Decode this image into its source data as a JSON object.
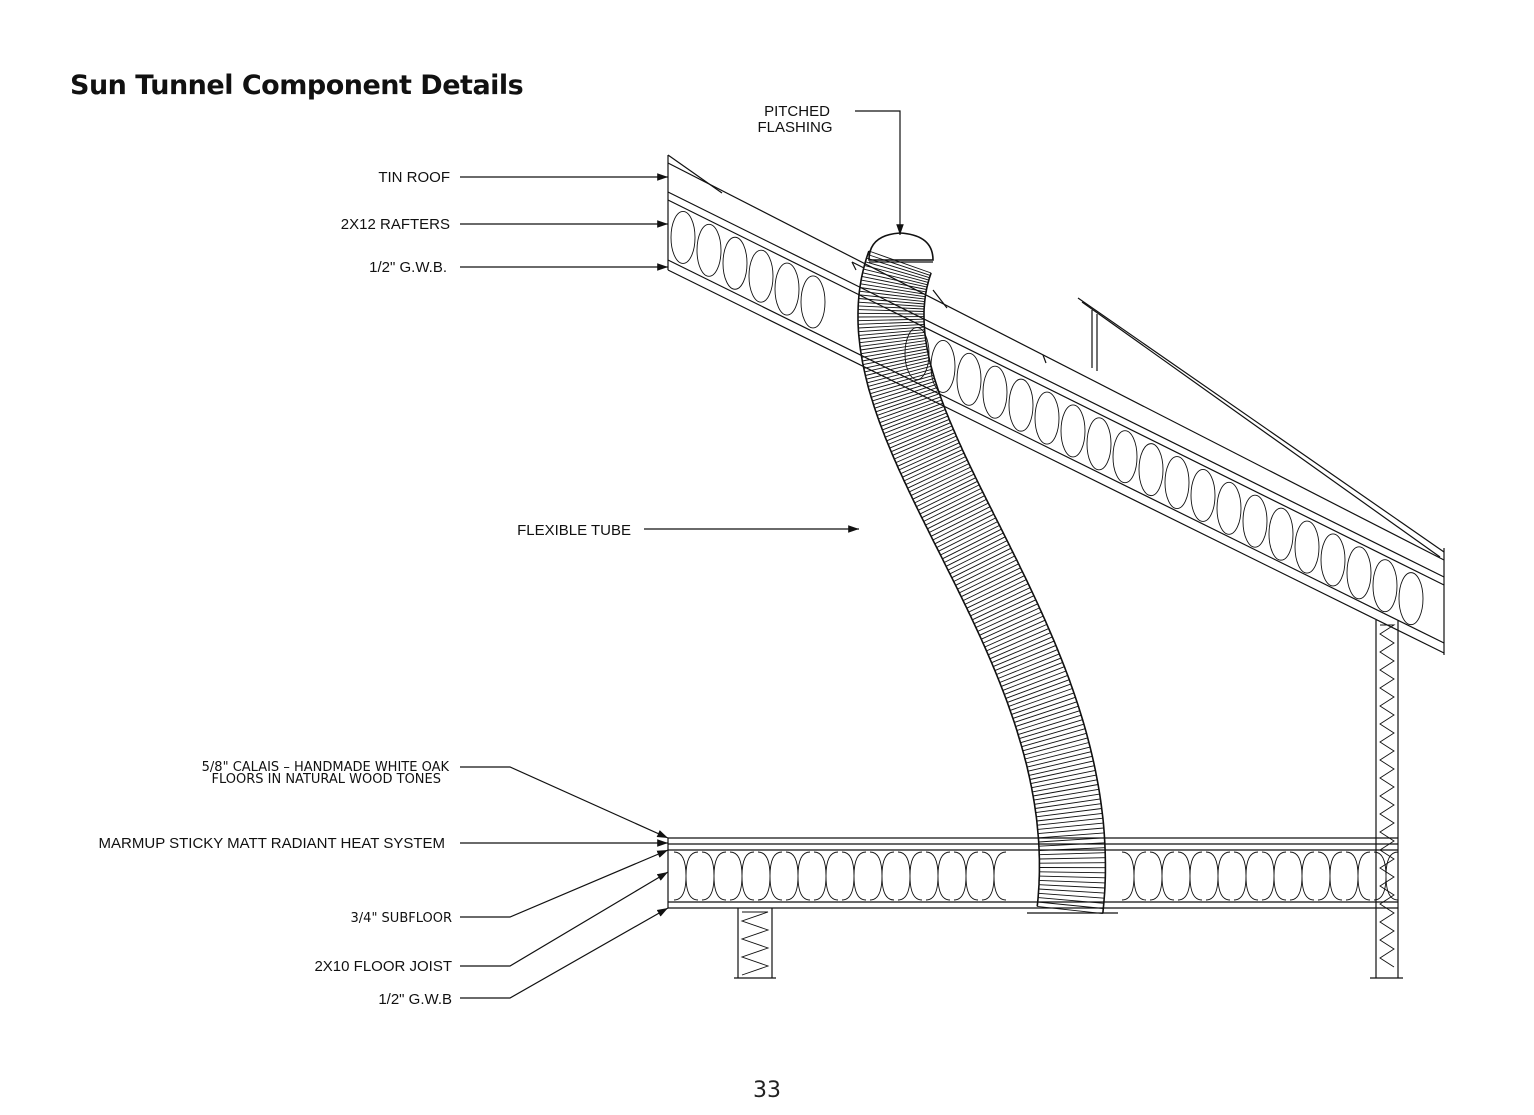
{
  "title": "Sun Tunnel Component Details",
  "page_number": "33",
  "labels": {
    "pitched_flashing_1": "PITCHED",
    "pitched_flashing_2": "FLASHING",
    "tin_roof": "TIN ROOF",
    "rafters": "2X12 RAFTERS",
    "gwb_roof": "1/2\" G.W.B.",
    "flexible_tube": "FLEXIBLE TUBE",
    "floors_1": "5/8\" CALAIS – HANDMADE WHITE OAK",
    "floors_2": "FLOORS IN NATURAL WOOD TONES",
    "radiant_heat": "MARMUP STICKY MATT RADIANT HEAT SYSTEM",
    "subfloor": "3/4\" SUBFLOOR",
    "floor_joist": "2X10 FLOOR JOIST",
    "gwb_floor": "1/2\" G.W.B"
  }
}
